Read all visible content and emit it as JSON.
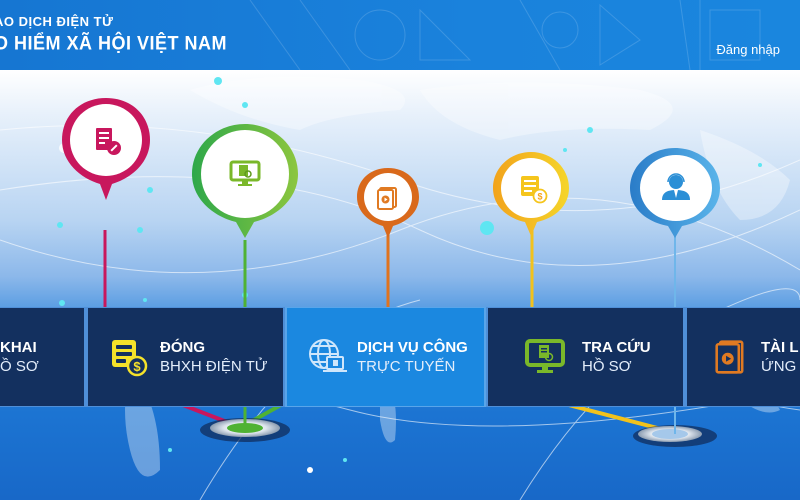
{
  "header": {
    "line1": "AO DỊCH ĐIỆN TỬ",
    "line2": "O HIỂM XÃ HỘI VIỆT NAM",
    "login": "Đăng nhập",
    "bg_color": "#1a80da"
  },
  "menu": [
    {
      "title": "KHAI",
      "subtitle": "Ồ SƠ",
      "icon": "document-edit-icon",
      "color": "#c8175d"
    },
    {
      "title": "ĐÓNG",
      "subtitle": "BHXH ĐIỆN TỬ",
      "icon": "money-document-icon",
      "color": "#f5e22a"
    },
    {
      "title": "DỊCH VỤ CÔNG",
      "subtitle": "TRỰC TUYẾN",
      "icon": "globe-laptop-icon",
      "color": "#ffffff",
      "active": true
    },
    {
      "title": "TRA CỨU",
      "subtitle": "HỒ SƠ",
      "icon": "monitor-search-icon",
      "color": "#7ab82a"
    },
    {
      "title": "TÀI L",
      "subtitle": "ỨNG",
      "icon": "book-play-icon",
      "color": "#e07a22"
    }
  ],
  "pins": [
    {
      "name": "declare",
      "color": "#c8175d",
      "icon": "document-edit-icon"
    },
    {
      "name": "lookup",
      "color": "#4fb234",
      "icon": "monitor-search-icon"
    },
    {
      "name": "docs",
      "color": "#e0731e",
      "icon": "book-play-icon"
    },
    {
      "name": "payment",
      "color": "#f2b31c",
      "icon": "money-document-icon"
    },
    {
      "name": "support",
      "color": "#2b8fd6",
      "icon": "support-agent-icon"
    }
  ]
}
